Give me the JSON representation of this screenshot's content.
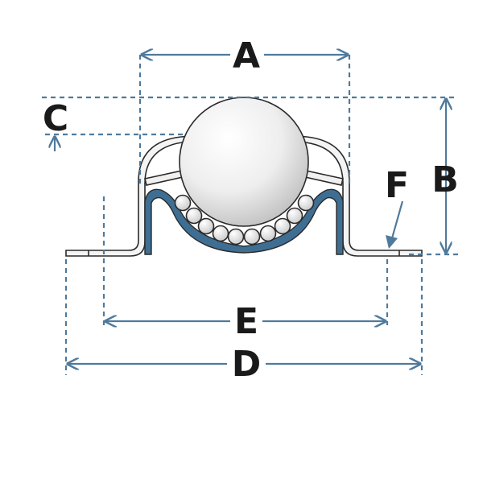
{
  "diagram": {
    "labels": {
      "a": "A",
      "b": "B",
      "c": "C",
      "d": "D",
      "e": "E",
      "f": "F"
    },
    "colors": {
      "dimension": "#4f7a9c",
      "cup": "#3f6e93",
      "label": "#1a1a1a",
      "outline": "#2a2a2a"
    }
  }
}
